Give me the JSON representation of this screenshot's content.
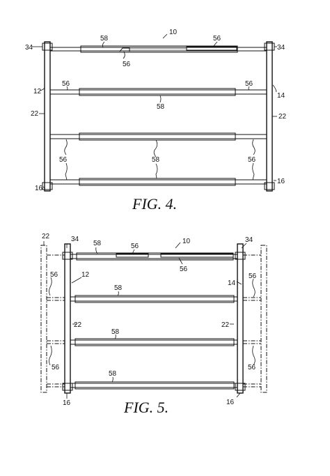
{
  "fig4": {
    "caption": "FIG. 4.",
    "labels": {
      "l10": "10",
      "l58a": "58",
      "l56a": "56",
      "l34l": "34",
      "l34r": "34",
      "l56b": "56",
      "l12": "12",
      "l56c": "56",
      "l58b": "58",
      "l56d": "56",
      "l14": "14",
      "l22l": "22",
      "l22r": "22",
      "l56e": "56",
      "l58c": "58",
      "l56f": "56",
      "l16l": "16",
      "l16r": "16"
    }
  },
  "fig5": {
    "caption": "FIG. 5.",
    "labels": {
      "l22": "22",
      "l34l": "34",
      "l58a": "58",
      "l56a": "56",
      "l10": "10",
      "l34r": "34",
      "l56b": "56",
      "l12": "12",
      "l56c": "56",
      "l14": "14",
      "l56d": "56",
      "l58b": "58",
      "l22m": "22",
      "l22n": "22",
      "l58c": "58",
      "l56e": "56",
      "l56f": "56",
      "l58d": "58",
      "l16l": "16",
      "l16r": "16"
    }
  }
}
